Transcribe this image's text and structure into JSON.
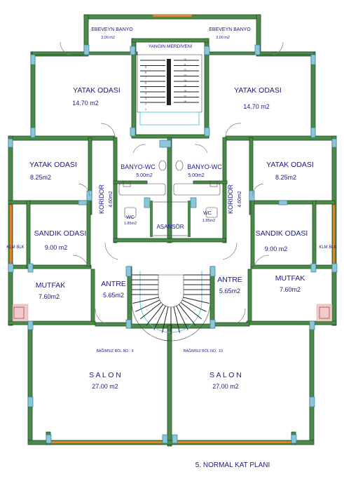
{
  "rooms": {
    "ebeveyn_banyo_left": {
      "name": "EBEVEYN BANYO",
      "area": "3.00 m2"
    },
    "ebeveyn_banyo_right": {
      "name": "EBEVEYN BANYO",
      "area": "3.00 m2"
    },
    "yangin_merdiveni": {
      "name": "YANGIN MERDİVENİ"
    },
    "yatak_big_left": {
      "name": "YATAK ODASI",
      "area": "14.70 m2"
    },
    "yatak_big_right": {
      "name": "YATAK ODASI",
      "area": "14.70 m2"
    },
    "yatak_small_left": {
      "name": "YATAK ODASI",
      "area": "8.25m2"
    },
    "yatak_small_right": {
      "name": "YATAK ODASI",
      "area": "8.25m2"
    },
    "banyo_wc_left": {
      "name": "BANYO-WC",
      "area": "5.00m2"
    },
    "banyo_wc_right": {
      "name": "BANYO-WC",
      "area": "5.00m2"
    },
    "koridor_left": {
      "name": "KORIDOR",
      "area": "4.60m2"
    },
    "koridor_right": {
      "name": "KORIDOR",
      "area": "4.60m2"
    },
    "wc_left": {
      "name": "WC",
      "area": "1.85m2"
    },
    "wc_right": {
      "name": "WC",
      "area": "1.85m2"
    },
    "asansor": {
      "name": "ASANSÖR"
    },
    "sandik_left": {
      "name": "SANDIK ODASI",
      "area": "9.00 m2"
    },
    "sandik_right": {
      "name": "SANDIK ODASI",
      "area": "9.00 m2"
    },
    "klm_left": {
      "name": "KLM BLK"
    },
    "klm_right": {
      "name": "KLM BLK"
    },
    "antre_left": {
      "name": "ANTRE",
      "area": "5.65m2"
    },
    "antre_right": {
      "name": "ANTRE",
      "area": "5.65m2"
    },
    "mutfak_left": {
      "name": "MUTFAK",
      "area": "7.60m2"
    },
    "mutfak_right": {
      "name": "MUTFAK",
      "area": "7.60m2"
    },
    "salon_left": {
      "name": "S A L O N",
      "area": "27.00 m2"
    },
    "salon_right": {
      "name": "S A L O N",
      "area": "27.00 m2"
    }
  },
  "units": {
    "left": "BAĞIMSIZ BÖL.NO.: 9",
    "right": "BAĞIMSIZ BÖL.NO.: 10"
  },
  "plan_title": "5. NORMAL KAT PLANI",
  "stair_steps": [
    "1",
    "2",
    "3",
    "4",
    "5",
    "6",
    "7",
    "8",
    "9",
    "10",
    "11",
    "12",
    "13",
    "14",
    "15",
    "16",
    "17",
    "18"
  ],
  "colors": {
    "wall": "#4c8a4c",
    "window": "#f08a2a",
    "column": "#8ec6d8",
    "label": "#1a1a8c",
    "tile": "#f6c9c9"
  }
}
